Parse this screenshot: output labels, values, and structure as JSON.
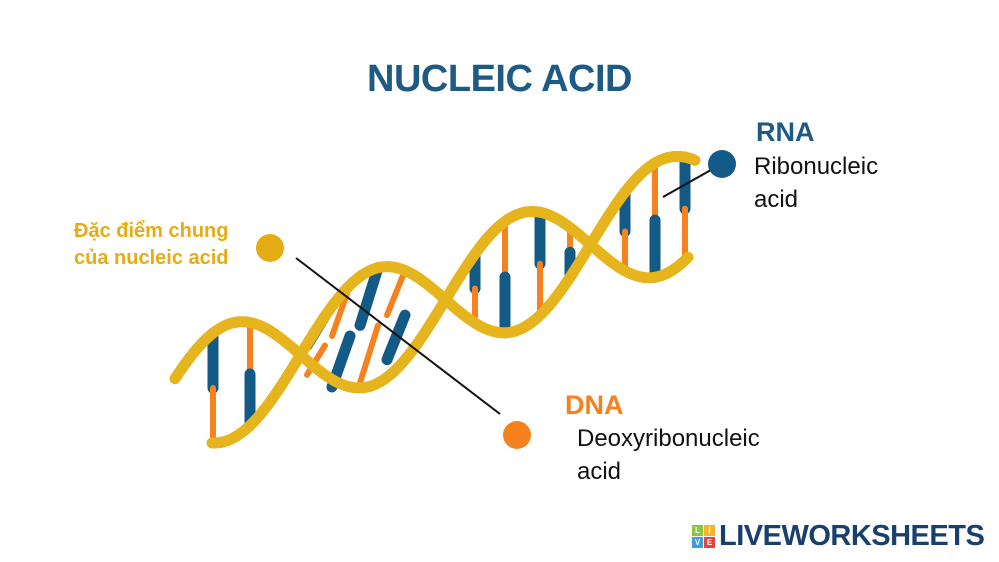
{
  "title": "NUCLEIC ACID",
  "rna": {
    "label": "RNA",
    "line1": "Ribonucleic",
    "line2": "acid"
  },
  "dna": {
    "label": "DNA",
    "line1": "Deoxyribonucleic",
    "line2": "acid"
  },
  "common": {
    "line1": "Đặc điểm chung",
    "line2": "của nucleic acid"
  },
  "logo": {
    "text": "LIVEWORKSHEETS",
    "letters": [
      "L",
      "I",
      "V",
      "E"
    ]
  },
  "colors": {
    "title": "#1d5b85",
    "strand": "#e6b41c",
    "blue": "#135a87",
    "orange": "#f6821f",
    "yellow": "#e6ac14"
  }
}
